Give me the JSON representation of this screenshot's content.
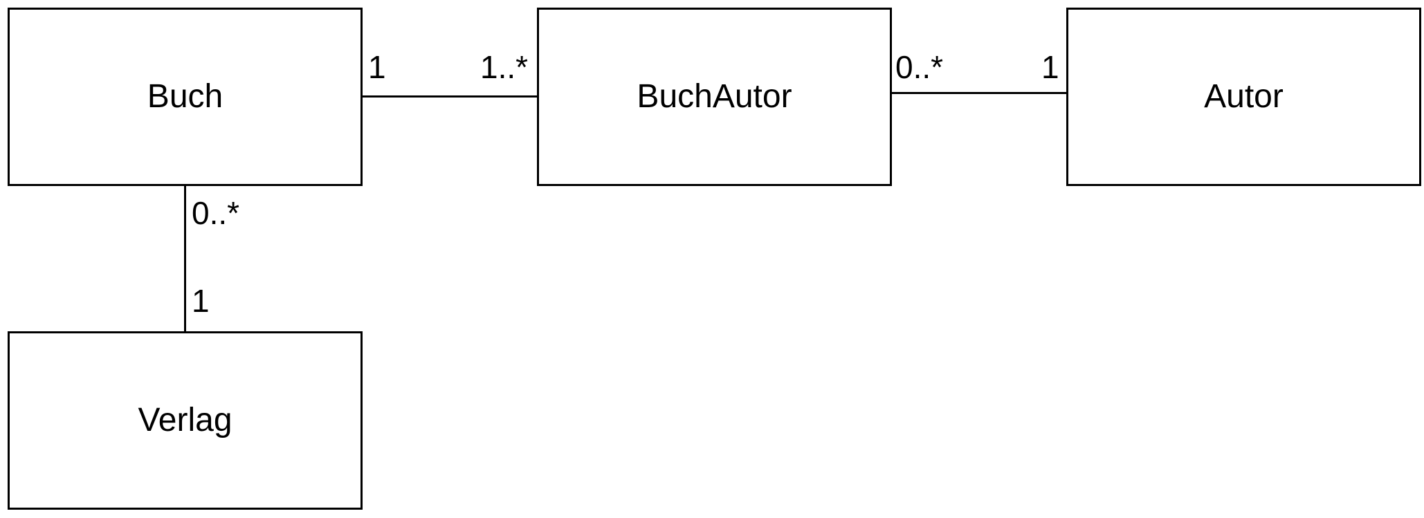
{
  "diagram": {
    "entities": {
      "buch": {
        "label": "Buch"
      },
      "buchautor": {
        "label": "BuchAutor"
      },
      "autor": {
        "label": "Autor"
      },
      "verlag": {
        "label": "Verlag"
      }
    },
    "relations": {
      "buch_buchautor": {
        "buch_end": "1",
        "buchautor_end": "1..*"
      },
      "buchautor_autor": {
        "buchautor_end": "0..*",
        "autor_end": "1"
      },
      "buch_verlag": {
        "buch_end": "0..*",
        "verlag_end": "1"
      }
    },
    "colors": {
      "line": "#000000",
      "background": "#ffffff"
    }
  }
}
